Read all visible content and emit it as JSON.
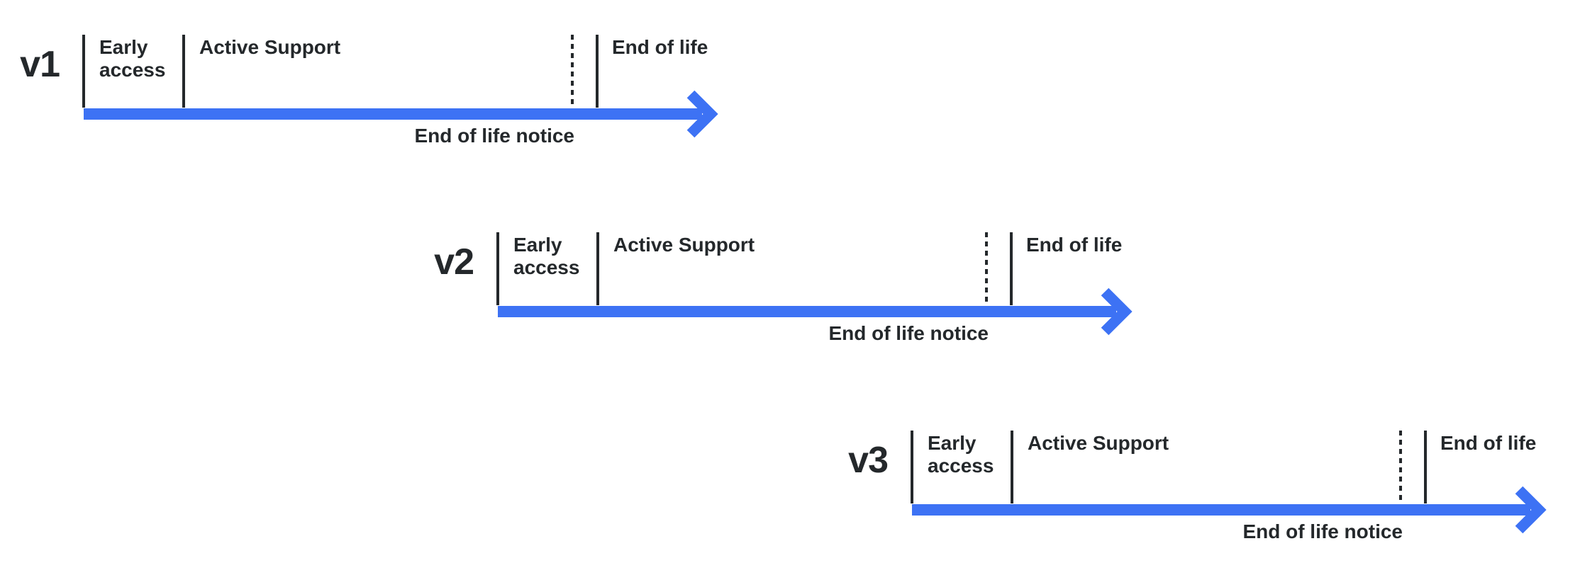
{
  "theme": {
    "background": "#ffffff",
    "ink": "#24282B",
    "accent_blue": "#3D72F4"
  },
  "timelines": [
    {
      "version": "v1",
      "phases": {
        "early_access": "Early access",
        "active_support": "Active Support",
        "end_of_life": "End of life",
        "end_of_life_notice": "End of life notice"
      }
    },
    {
      "version": "v2",
      "phases": {
        "early_access": "Early access",
        "active_support": "Active Support",
        "end_of_life": "End of life",
        "end_of_life_notice": "End of life notice"
      }
    },
    {
      "version": "v3",
      "phases": {
        "early_access": "Early access",
        "active_support": "Active Support",
        "end_of_life": "End of life",
        "end_of_life_notice": "End of life notice"
      }
    }
  ]
}
